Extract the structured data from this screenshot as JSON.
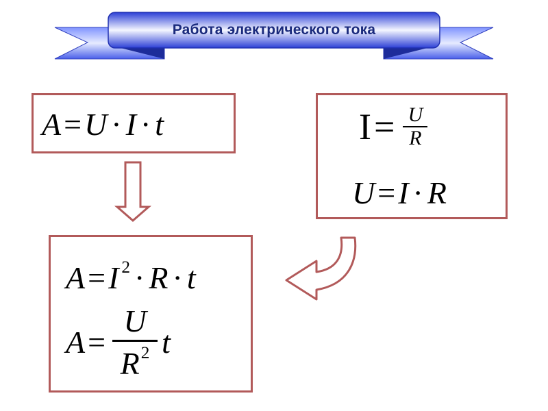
{
  "banner": {
    "title": "Работа электрического тока"
  },
  "formulas": {
    "work": {
      "A": "A",
      "eq": "=",
      "U": "U",
      "I": "I",
      "t": "t",
      "dot": "·"
    },
    "ohm_i": {
      "I": "I",
      "eq": "=",
      "num": "U",
      "den": "R"
    },
    "ohm_u": {
      "U": "U",
      "eq": "=",
      "I": "I",
      "R": "R",
      "dot": "·"
    },
    "derived_1": {
      "A": "A",
      "eq": "=",
      "I": "I",
      "exp": "2",
      "R": "R",
      "t": "t",
      "dot": "·"
    },
    "derived_2": {
      "A": "A",
      "eq": "=",
      "num": "U",
      "den": "R",
      "exp": "2",
      "t": "t"
    }
  },
  "colors": {
    "box_border": "#b25a5a",
    "arrow_stroke": "#b25a5a",
    "banner_fill": "#3a55e0",
    "banner_text": "#1a2a7c"
  }
}
